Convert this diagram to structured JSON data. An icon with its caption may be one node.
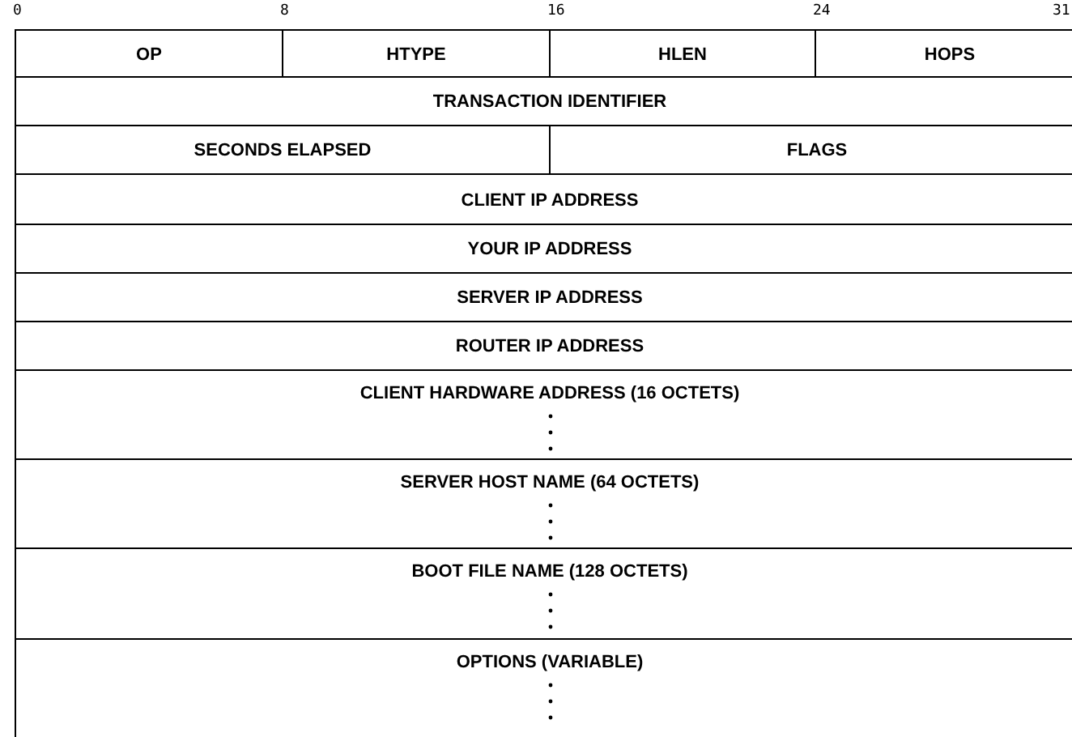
{
  "diagram": {
    "nodes": [
      {
        "text": [
          "OP"
        ]
      },
      {
        "text": [
          "HTYPE"
        ]
      },
      {
        "text": [
          "HLEN"
        ]
      },
      {
        "text": [
          "HOPS"
        ]
      },
      {
        "text": [
          "TRANSACTION IDENTIFIER"
        ]
      },
      {
        "text": [
          "SECONDS ELAPSED"
        ]
      },
      {
        "text": [
          "FLAGS"
        ]
      },
      {
        "text": [
          "CLIENT IP ADDRESS"
        ]
      },
      {
        "text": [
          "YOUR IP ADDRESS"
        ]
      },
      {
        "text": [
          "SERVER IP ADDRESS"
        ]
      },
      {
        "text": [
          "ROUTER IP ADDRESS"
        ]
      },
      {
        "text": [
          "CLIENT HARDWARE ADDRESS (16 OCTETS)"
        ]
      },
      {
        "text": [
          "SERVER HOST NAME (64 OCTETS)"
        ]
      },
      {
        "text": [
          "BOOT FILE NAME (128 OCTETS)"
        ]
      },
      {
        "text": [
          "OPTIONS (VARIABLE)"
        ]
      }
    ],
    "labels": [
      "0",
      "8",
      "16",
      "24",
      "31"
    ]
  }
}
